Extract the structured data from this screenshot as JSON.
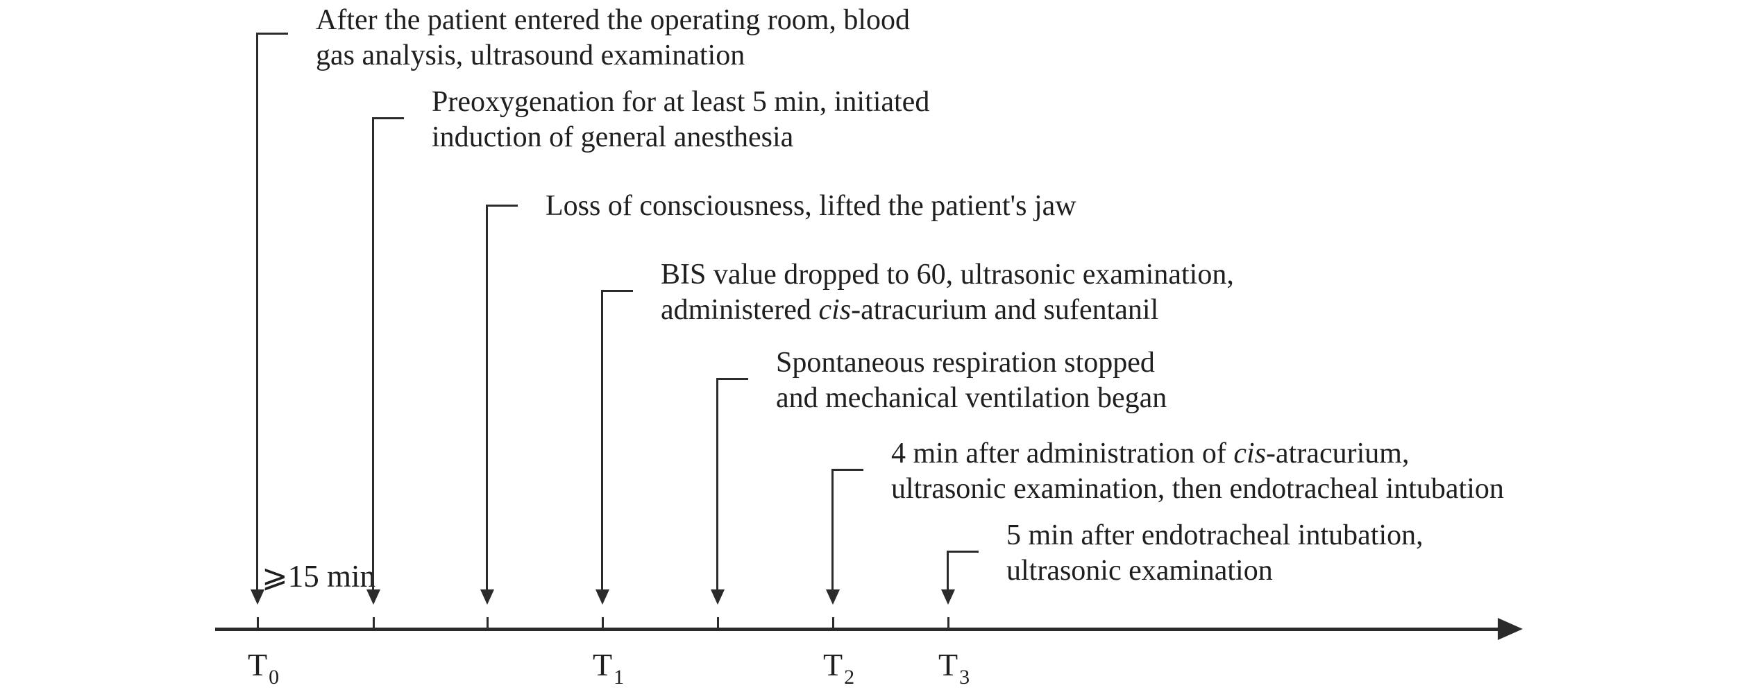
{
  "figure": {
    "type": "timeline-diagram",
    "background_color": "#ffffff",
    "line_color": "#2b2b2b",
    "text_color": "#1f1f1f",
    "interval_label": "⩾15 min",
    "events": [
      {
        "lines": [
          [
            {
              "t": "After the patient entered the operating room, blood"
            }
          ],
          [
            {
              "t": "gas analysis, ultrasound examination"
            }
          ]
        ]
      },
      {
        "lines": [
          [
            {
              "t": "Preoxygenation for at least 5 min, initiated"
            }
          ],
          [
            {
              "t": "induction of general anesthesia"
            }
          ]
        ]
      },
      {
        "lines": [
          [
            {
              "t": "Loss of consciousness, lifted the patient's jaw"
            }
          ]
        ]
      },
      {
        "lines": [
          [
            {
              "t": "BIS value dropped to 60, ultrasonic examination,"
            }
          ],
          [
            {
              "t": "administered "
            },
            {
              "t": "cis",
              "i": true
            },
            {
              "t": "-atracurium and sufentanil"
            }
          ]
        ]
      },
      {
        "lines": [
          [
            {
              "t": "Spontaneous respiration stopped"
            }
          ],
          [
            {
              "t": "and mechanical ventilation began"
            }
          ]
        ]
      },
      {
        "lines": [
          [
            {
              "t": "4 min after administration of "
            },
            {
              "t": "cis",
              "i": true
            },
            {
              "t": "-atracurium,"
            }
          ],
          [
            {
              "t": "ultrasonic examination, then endotracheal intubation"
            }
          ]
        ]
      },
      {
        "lines": [
          [
            {
              "t": "5 min after endotracheal intubation,"
            }
          ],
          [
            {
              "t": "ultrasonic examination"
            }
          ]
        ]
      }
    ],
    "axis": {
      "time_labels": [
        {
          "base": "T",
          "sub": "0"
        },
        {
          "base": "T",
          "sub": "1"
        },
        {
          "base": "T",
          "sub": "2"
        },
        {
          "base": "T",
          "sub": "3"
        }
      ]
    }
  }
}
